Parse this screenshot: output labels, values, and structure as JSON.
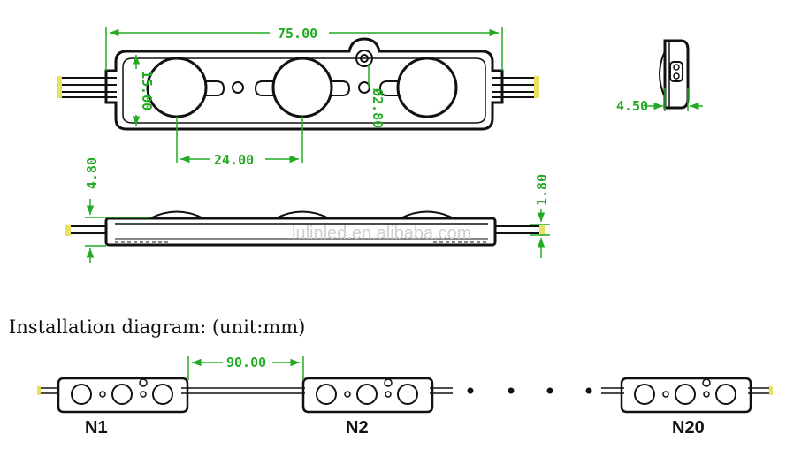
{
  "dimensions": {
    "length": "75.00",
    "height": "15.00",
    "hole": "Ø2.80",
    "pitch": "24.00",
    "side_width": "4.50",
    "thickness": "4.80",
    "base": "1.80",
    "spacing": "90.00"
  },
  "watermark": "lulinled.en.alibaba.com",
  "installation_title": "Installation diagram: (unit:mm)",
  "nodes": [
    "N1",
    "N2",
    "N20"
  ],
  "colors": {
    "dimension": "#22aa22",
    "outline": "#111111",
    "wire_end": "#e8e060"
  }
}
